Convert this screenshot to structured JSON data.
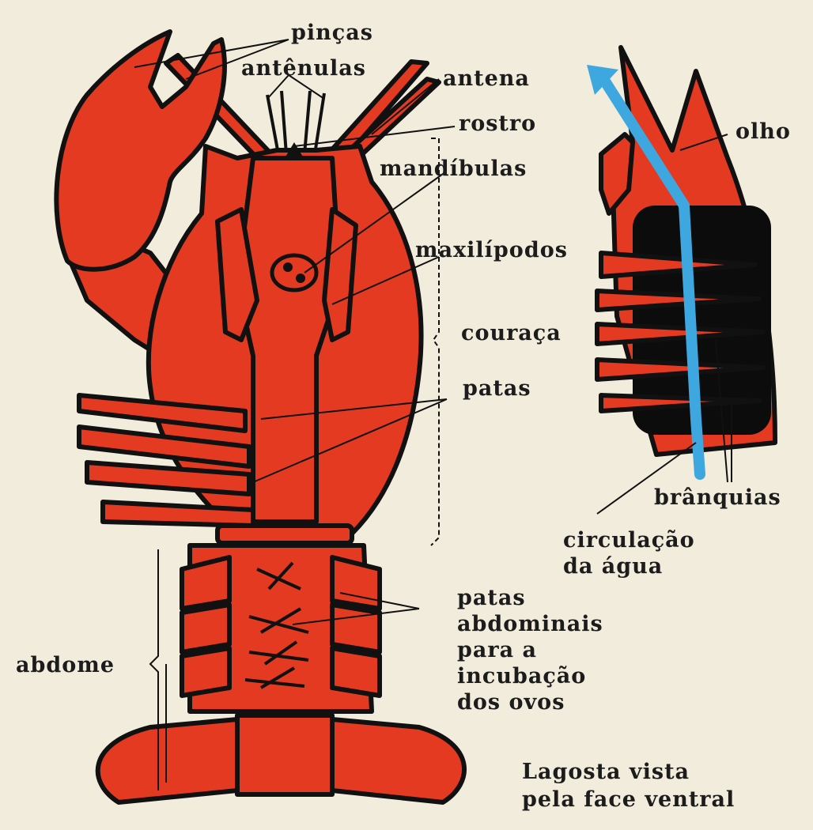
{
  "colors": {
    "background": "#f1ecdc",
    "body_red": "#e53a22",
    "outline": "#111111",
    "gill_chamber": "#0c0c0c",
    "water_flow": "#3fa7df"
  },
  "labels": {
    "pincas": "pinças",
    "antenulas": "antênulas",
    "antena": "antena",
    "rostro": "rostro",
    "mandibulas": "mandíbulas",
    "maxilipodos": "maxilípodos",
    "couraca": "couraça",
    "patas": "patas",
    "olho": "olho",
    "branquias": "brânquias",
    "circulacao_line1": "circulação",
    "circulacao_line2": "da água",
    "patas_abd_line1": "patas",
    "patas_abd_line2": "abdominais",
    "patas_abd_line3": "para a",
    "patas_abd_line4": "incubação",
    "patas_abd_line5": "dos ovos",
    "abdome": "abdome",
    "caption_line1": "Lagosta vista",
    "caption_line2": "pela face ventral"
  }
}
